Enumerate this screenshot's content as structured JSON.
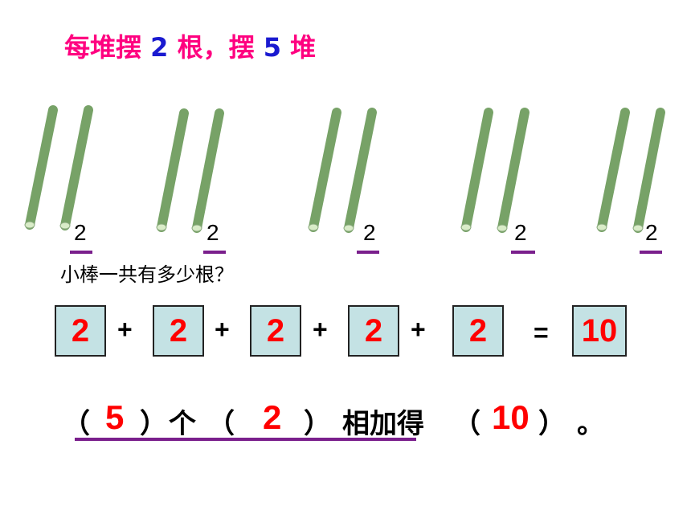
{
  "title": {
    "part1": "每堆摆",
    "num1": "2",
    "part2": "根，摆",
    "num2": "5",
    "part3": "堆"
  },
  "stick_color": "#77a267",
  "groups": [
    {
      "count_label": "2"
    },
    {
      "count_label": "2"
    },
    {
      "count_label": "2"
    },
    {
      "count_label": "2"
    },
    {
      "count_label": "2"
    }
  ],
  "question": "小棒一共有多少根？",
  "equation": {
    "addends": [
      "2",
      "2",
      "2",
      "2",
      "2"
    ],
    "plus": "+",
    "equals": "=",
    "result": "10"
  },
  "sentence": {
    "open": "（",
    "close": "）",
    "word_ge": "个",
    "word_sum": "相加得",
    "period": "。",
    "ans1": "5",
    "ans2": "2",
    "ans3": "10"
  },
  "colors": {
    "title": "#ff0080",
    "title_num": "#1a1ad0",
    "answer": "#ff0000",
    "box": "#c4e2e4",
    "underline": "#7a1f8c"
  }
}
